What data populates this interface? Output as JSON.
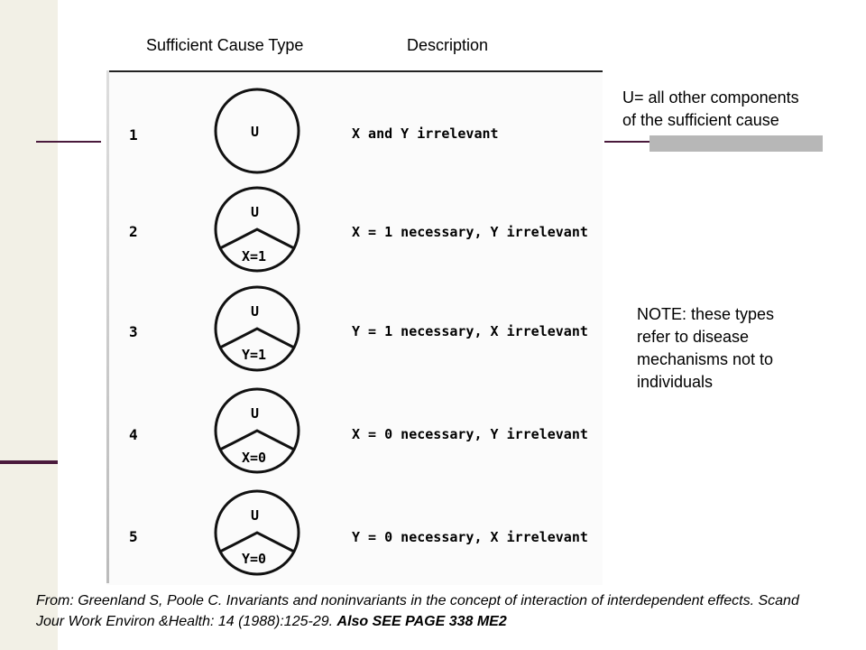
{
  "headers": {
    "col1": "Sufficient Cause Type",
    "col2": "Description"
  },
  "side_notes": {
    "u_definition": [
      "U= all other components",
      "of the sufficient cause"
    ],
    "note": [
      "NOTE: these types",
      "refer to disease",
      "mechanisms not to",
      "individuals"
    ]
  },
  "rows": [
    {
      "number": "1",
      "top": "U",
      "bottom": "",
      "description": "X and Y irrelevant"
    },
    {
      "number": "2",
      "top": "U",
      "bottom": "X=1",
      "description": "X = 1 necessary, Y irrelevant"
    },
    {
      "number": "3",
      "top": "U",
      "bottom": "Y=1",
      "description": "Y = 1 necessary, X irrelevant"
    },
    {
      "number": "4",
      "top": "U",
      "bottom": "X=0",
      "description": "X = 0 necessary, Y irrelevant"
    },
    {
      "number": "5",
      "top": "U",
      "bottom": "Y=0",
      "description": "Y = 0 necessary, X irrelevant"
    }
  ],
  "footer": {
    "citation": "From: Greenland S,  Poole C. Invariants and noninvariants in the concept of interaction of interdependent effects. Scand Jour Work Environ &Health: 14 (1988):125-29.",
    "see_also": "Also SEE PAGE 338 ME2"
  }
}
